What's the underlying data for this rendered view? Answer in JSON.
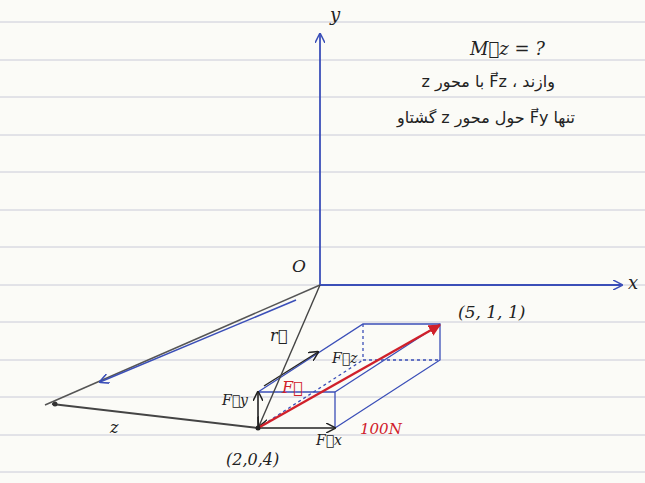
{
  "diagram": {
    "labels": [
      "y",
      "M⃗z = ?",
      "وازند ، F⃗z با محور z",
      "تنها F⃗y حول محور z گشتاو",
      "O",
      "x",
      "r⃗",
      "F⃗z",
      "(5, 1, 1)",
      "F⃗y",
      "F⃗",
      "100N",
      "z",
      "(2,0,4)",
      "F⃗x"
    ]
  }
}
